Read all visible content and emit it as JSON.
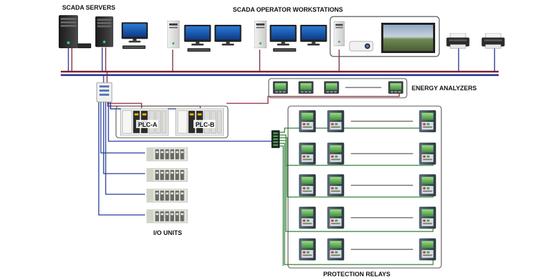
{
  "labels": {
    "scada_servers": "SCADA SERVERS",
    "scada_operator_workstations": "SCADA OPERATOR WORKSTATIONS",
    "energy_analyzers": "ENERGY ANALYZERS",
    "io_units": "I/O UNITS",
    "protection_relays": "PROTECTION RELAYS",
    "plc_a": "PLC-A",
    "plc_b": "PLC-B"
  },
  "colors": {
    "bus_red": "#7a1f2b",
    "bus_blue": "#1f2a8c",
    "link_blue": "#1f3a9c",
    "link_green": "#2e7d32",
    "link_red": "#8b2030",
    "group_border": "#555555"
  },
  "icons": {
    "server": "tower-server-icon",
    "workstation": "desktop-workstation-icon",
    "projector": "projector-icon",
    "wall_display": "landscape-display-icon",
    "printer": "printer-icon",
    "switch": "network-switch-icon",
    "plc": "plc-rack-icon",
    "io_unit": "io-module-icon",
    "analyzer": "energy-analyzer-icon",
    "relay": "protection-relay-icon"
  }
}
